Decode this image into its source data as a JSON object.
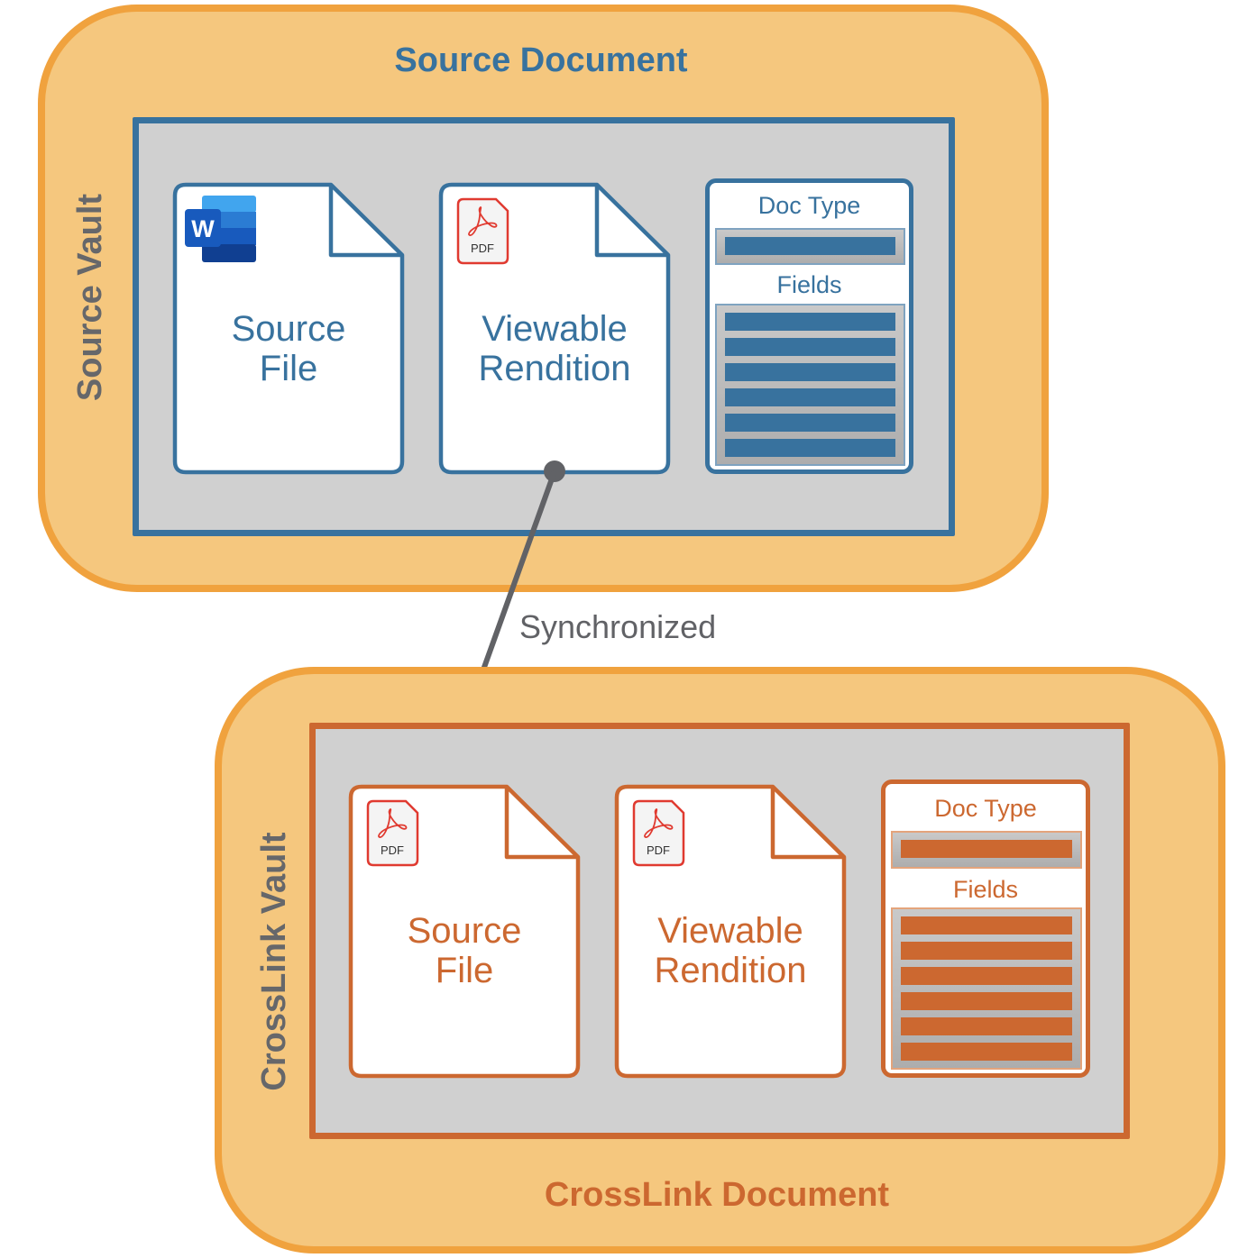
{
  "colors": {
    "vault_fill": "#F5C77E",
    "vault_border": "#F0A23E",
    "source_accent": "#38729E",
    "crosslink_accent": "#CC6830",
    "inner_fill": "#D0D0D0",
    "arrow": "#616266",
    "vault_label": "#66676A"
  },
  "source_vault": {
    "vault_label": "Source Vault",
    "document_title": "Source Document",
    "files": [
      {
        "icon": "word-icon",
        "icon_letter": "W",
        "label_line1": "Source",
        "label_line2": "File"
      },
      {
        "icon": "pdf-icon",
        "icon_text": "PDF",
        "label_line1": "Viewable",
        "label_line2": "Rendition"
      }
    ],
    "metadata": {
      "doc_type_heading": "Doc Type",
      "fields_heading": "Fields",
      "field_count": 6
    }
  },
  "connector": {
    "label": "Synchronized"
  },
  "crosslink_vault": {
    "vault_label": "CrossLink Vault",
    "document_title": "CrossLink Document",
    "files": [
      {
        "icon": "pdf-icon",
        "icon_text": "PDF",
        "label_line1": "Source",
        "label_line2": "File"
      },
      {
        "icon": "pdf-icon",
        "icon_text": "PDF",
        "label_line1": "Viewable",
        "label_line2": "Rendition"
      }
    ],
    "metadata": {
      "doc_type_heading": "Doc Type",
      "fields_heading": "Fields",
      "field_count": 6
    }
  }
}
